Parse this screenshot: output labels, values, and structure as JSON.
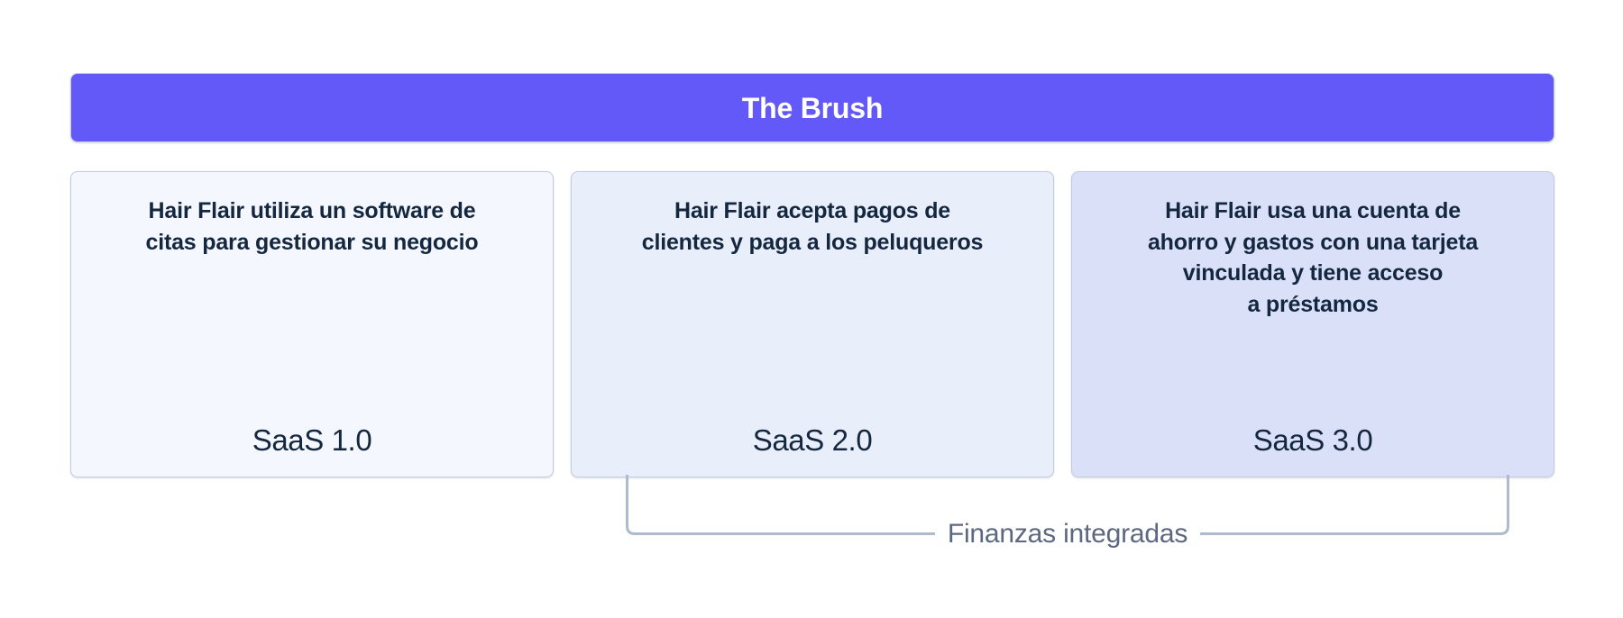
{
  "header": {
    "title": "The Brush",
    "background_color": "#6259f8",
    "text_color": "#ffffff"
  },
  "cards": [
    {
      "description": "Hair Flair utiliza un software de\ncitas para gestionar su negocio",
      "stage": "SaaS 1.0",
      "background_color": "#f4f7fe"
    },
    {
      "description": "Hair Flair acepta pagos de\nclientes y paga a los peluqueros",
      "stage": "SaaS 2.0",
      "background_color": "#e9eefb"
    },
    {
      "description": "Hair Flair usa una cuenta de\nahorro y gastos con una tarjeta\nvinculada y tiene acceso\na préstamos",
      "stage": "SaaS 3.0",
      "background_color": "#d9e0f8"
    }
  ],
  "bracket": {
    "label": "Finanzas integradas",
    "line_color": "#aebacf",
    "text_color": "#5b6880"
  },
  "palette": {
    "text_dark": "#14273f",
    "border": "#c3cbdc",
    "page_background": "#ffffff"
  }
}
